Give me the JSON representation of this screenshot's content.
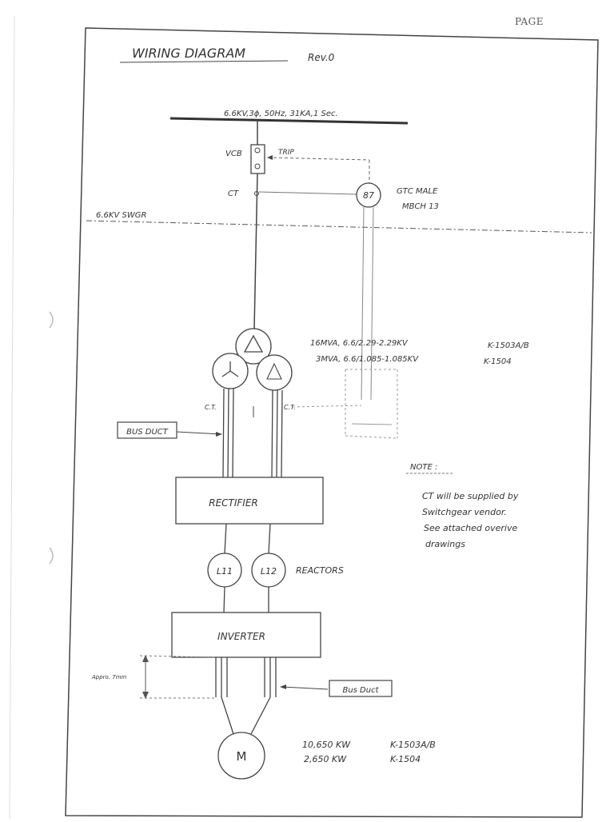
{
  "page_label": "PAGE",
  "title": "WIRING DIAGRAM",
  "revision": "Rev.0",
  "bus": {
    "rating": "6.6KV,3ϕ, 50Hz, 31KA,1 Sec."
  },
  "switchgear": {
    "vcb_label": "VCB",
    "trip_label": "TRIP",
    "ct_label": "CT",
    "relay_number": "87",
    "relay_desc_line1": "GTC MALE",
    "relay_desc_line2": "MBCH 13",
    "swgr_label": "6.6KV SWGR"
  },
  "transformer": {
    "rating_line1": "16MVA, 6.6/2.29-2.29KV",
    "rating_line2": "3MVA, 6.6/1.085-1.085KV",
    "tag_line1": "K-1503A/B",
    "tag_line2": "K-1504",
    "ct_left": "C.T.",
    "ct_right": "C.T."
  },
  "bus_duct_upper": "BUS DUCT",
  "rectifier": "RECTIFIER",
  "reactors": {
    "l1": "L11",
    "l2": "L12",
    "label": "REACTORS"
  },
  "inverter": "INVERTER",
  "dimension_note": "Appro. 7mm",
  "bus_duct_lower": "Bus Duct",
  "motor": {
    "symbol": "M",
    "rating_line1": "10,650 KW",
    "tag_line1": "K-1503A/B",
    "rating_line2": "2,650 KW",
    "tag_line2": "K-1504"
  },
  "note": {
    "heading": "NOTE :",
    "line1": "CT will be supplied by",
    "line2": "Switchgear vendor.",
    "line3": "See attached overive",
    "line4": "drawings"
  }
}
